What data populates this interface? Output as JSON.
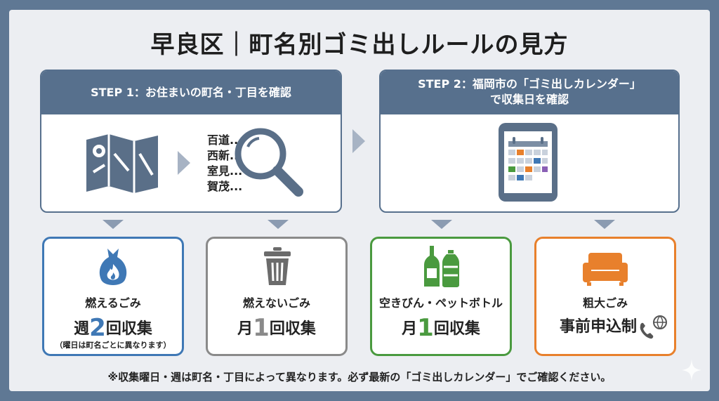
{
  "title": "早良区｜町名別ゴミ出しルールの見方",
  "step1": {
    "header": "STEP 1：お住まいの町名・丁目を確認",
    "towns": [
      "百道...",
      "西新...",
      "室見...",
      "賀茂..."
    ],
    "icons": [
      "map-icon",
      "arrow-right-icon",
      "magnifier-icon"
    ]
  },
  "step2": {
    "header_line1": "STEP 2：福岡市の「ゴミ出しカレンダー」",
    "header_line2": "で収集日を確認",
    "icons": [
      "tablet-calendar-icon"
    ]
  },
  "cards": [
    {
      "name": "燃えるごみ",
      "freq_prefix": "週",
      "freq_num": "2",
      "freq_suffix": "回収集",
      "note": "（曜日は町名ごとに異なります）",
      "color": "#3f78b5",
      "icon": "garbage-bag-fire-icon"
    },
    {
      "name": "燃えないごみ",
      "freq_prefix": "月",
      "freq_num": "1",
      "freq_suffix": "回収集",
      "color": "#8a8a8a",
      "icon": "trash-can-icon"
    },
    {
      "name": "空きびん・ペットボトル",
      "freq_prefix": "月",
      "freq_num": "1",
      "freq_suffix": "回収集",
      "color": "#4a9a3f",
      "icon": "bottles-icon"
    },
    {
      "name": "粗大ごみ",
      "freq_text": "事前申込制",
      "color": "#e8802c",
      "icon": "sofa-icon"
    }
  ],
  "footnote": "※収集曜日・週は町名・丁目によって異なります。必ず最新の「ゴミ出しカレンダー」でご確認ください。"
}
